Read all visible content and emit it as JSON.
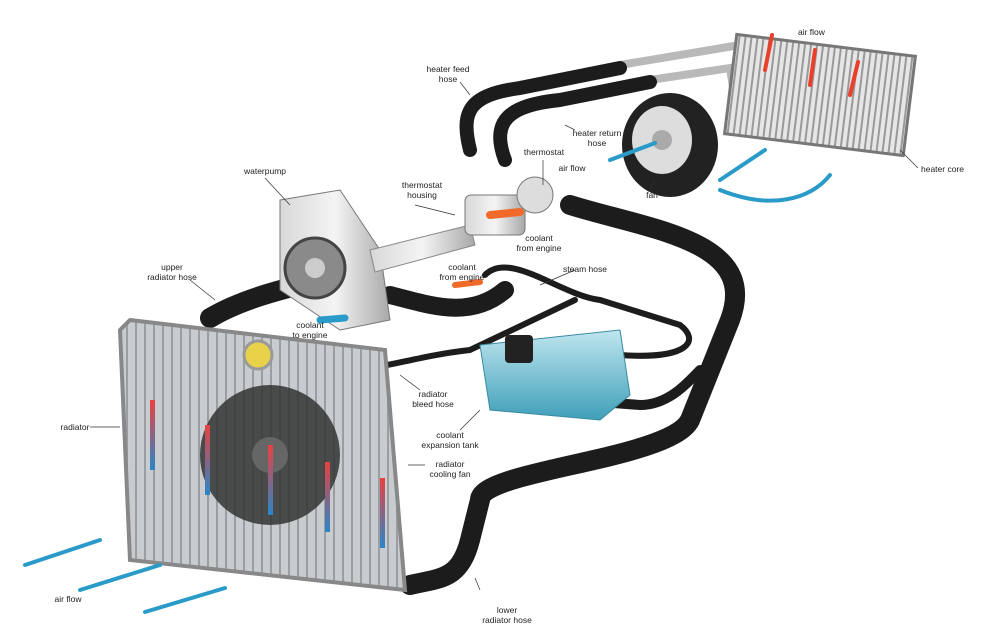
{
  "labels": {
    "air_flow_top": "air flow",
    "heater_feed_hose": "heater feed\nhose",
    "heater_return_hose": "heater return\nhose",
    "thermostat": "thermostat",
    "air_flow_mid": "air flow",
    "fan": "fan",
    "heater_core": "heater core",
    "waterpump": "waterpump",
    "thermostat_housing": "thermostat\nhousing",
    "coolant_from_engine_1": "coolant\nfrom engine",
    "coolant_from_engine_2": "coolant\nfrom engine",
    "steam_hose": "steam hose",
    "upper_radiator_hose": "upper\nradiator hose",
    "coolant_to_engine": "coolant\nto engine",
    "radiator": "radiator",
    "radiator_bleed_hose": "radiator\nbleed hose",
    "coolant_expansion_tank": "coolant\nexpansion tank",
    "radiator_cooling_fan": "radiator\ncooling fan",
    "air_flow_bottom": "air flow",
    "lower_radiator_hose": "lower\nradiator hose"
  },
  "colors": {
    "hot": "#e8402a",
    "cold": "#2a9bc8",
    "hose": "#1c1c1c",
    "coolant": "#5fb8d0"
  }
}
